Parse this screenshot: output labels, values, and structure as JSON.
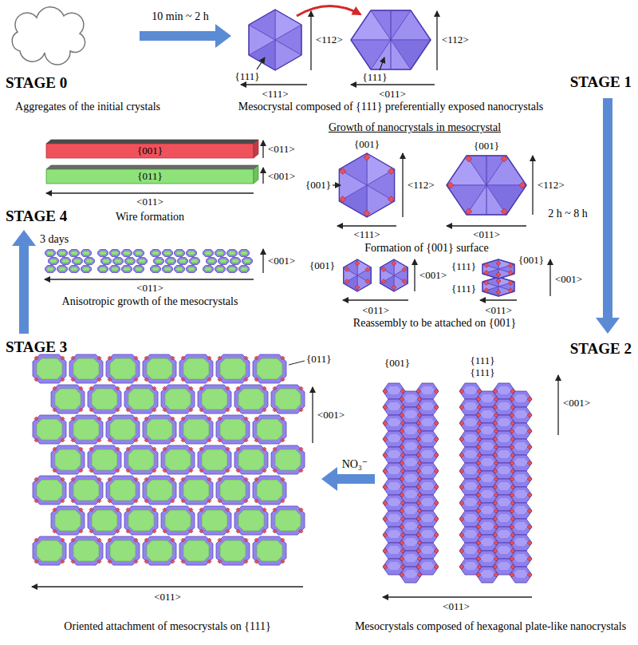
{
  "diagram": {
    "nodes": [
      {
        "text": [
          "STAGE 0"
        ]
      },
      {
        "text": [
          "STAGE 1"
        ]
      },
      {
        "text": [
          "STAGE 2"
        ]
      },
      {
        "text": [
          "STAGE 3"
        ]
      },
      {
        "text": [
          "STAGE 4"
        ]
      }
    ],
    "edges": [
      {
        "from": 0,
        "to": 1,
        "arrow": "to",
        "label": "10 min ~ 2 h"
      },
      {
        "from": 1,
        "to": 2,
        "arrow": "to",
        "label": "2 h ~ 8 h"
      },
      {
        "from": 2,
        "to": 3,
        "arrow": "to",
        "label": "NO₃⁻"
      },
      {
        "from": 3,
        "to": 4,
        "arrow": "to",
        "label": "3 days"
      }
    ],
    "labels": [
      "Aggregates of the initial crystals",
      "{111}",
      "<112>",
      "<111>",
      "{111}",
      "<112>",
      "<011>",
      "Mesocrystal composed of {111} preferentially exposed nanocrystals",
      "Growth of nanocrystals in mesocrystal",
      "{001}",
      "<011>",
      "{011}",
      "<001>",
      "<011>",
      "Wire formation",
      "{001}",
      "{001}",
      "<112>",
      "{001}",
      "<112>",
      "<111>",
      "<011>",
      "Formation of {001} surface",
      "<001>",
      "<011>",
      "Anisotropic growth of the mesocrystals",
      "{001}",
      "<001>",
      "{001}",
      "{111}",
      "{111}",
      "<001>",
      "<011>",
      "<011>",
      "Reassembly to be attached on {001}",
      "{011}",
      "<001>",
      "{001}",
      "{111}",
      "{111}",
      "<001>",
      "<011>",
      "<011>",
      "Oriented attachment of mesocrystals on {111}",
      "Mesocrystals composed of hexagonal plate-like nanocrystals"
    ]
  }
}
